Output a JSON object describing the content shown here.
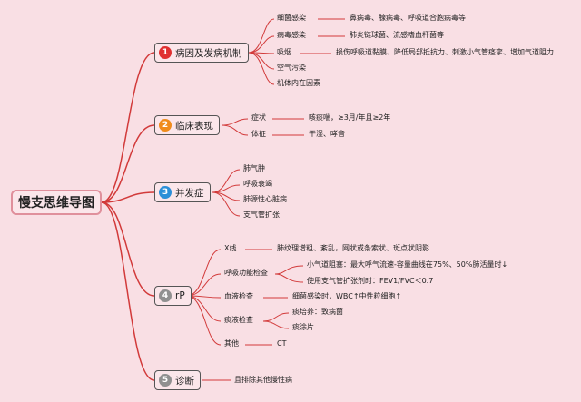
{
  "root": {
    "label": "慢支思维导图"
  },
  "branches": [
    {
      "num": "1",
      "label": "病因及发病机制",
      "color": "#e03030",
      "children": [
        {
          "label": "细菌感染",
          "detail": "鼻病毒、腺病毒、呼吸道合胞病毒等"
        },
        {
          "label": "病毒感染",
          "detail": "肺炎链球菌、流感嗜血杆菌等"
        },
        {
          "label": "吸烟",
          "detail": "损伤呼吸道黏膜、降低局部抵抗力、刺激小气管痉挛、增加气道阻力"
        },
        {
          "label": "空气污染"
        },
        {
          "label": "机体内在因素"
        }
      ]
    },
    {
      "num": "2",
      "label": "临床表现",
      "color": "#f08c1c",
      "children": [
        {
          "label": "症状",
          "detail": "咳痰喘，≥3月/年且≥2年"
        },
        {
          "label": "体征",
          "detail": "干湿、哮音"
        }
      ]
    },
    {
      "num": "3",
      "label": "并发症",
      "color": "#2c8fd8",
      "children": [
        {
          "label": "肺气肿"
        },
        {
          "label": "呼吸衰竭"
        },
        {
          "label": "肺源性心脏病"
        },
        {
          "label": "支气管扩张"
        }
      ]
    },
    {
      "num": "4",
      "label": "rP",
      "color": "#909090",
      "children": [
        {
          "label": "X线",
          "detail": "肺纹理增粗、紊乱，网状或条索状、斑点状阴影"
        },
        {
          "label": "呼吸功能检查",
          "details": [
            "小气道阻塞：最大呼气流速-容量曲线在75%、50%肺活量时↓",
            "使用支气管扩张剂时：FEV1/FVC＜0.7"
          ]
        },
        {
          "label": "血液检查",
          "detail": "细菌感染时，WBC↑中性粒细胞↑"
        },
        {
          "label": "痰液检查",
          "details": [
            "痰培养：致病菌",
            "痰涂片"
          ]
        },
        {
          "label": "其他",
          "detail": "CT"
        }
      ]
    },
    {
      "num": "5",
      "label": "诊断",
      "color": "#909090",
      "children": [
        {
          "label": "且排除其他慢性病"
        }
      ]
    }
  ]
}
